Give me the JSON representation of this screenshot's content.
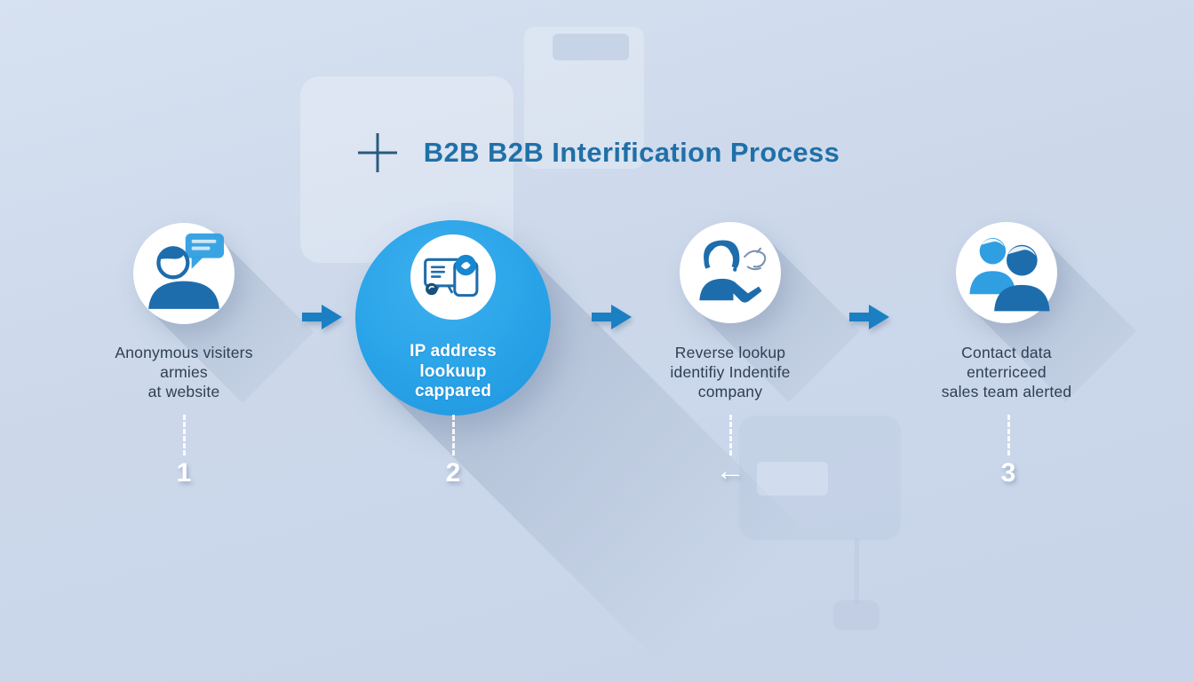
{
  "title": {
    "label": "B2B B2B Interification Process",
    "icon": "plus-icon"
  },
  "steps": [
    {
      "name": "anonymous-visitors",
      "icon": "person-speech-bubble-icon",
      "caption_lines": [
        "Anonymous visiters",
        "armies",
        "at website"
      ],
      "marker": "1",
      "highlighted": false
    },
    {
      "name": "ip-address-lookup",
      "icon": "browser-lookup-icon",
      "caption_lines": [
        "IP address",
        "lookuup",
        "cappared"
      ],
      "marker": "2",
      "highlighted": true
    },
    {
      "name": "reverse-lookup",
      "icon": "woman-presenting-icon",
      "caption_lines": [
        "Reverse lookup",
        "identifiy Indentife",
        "company"
      ],
      "marker": "←",
      "highlighted": false
    },
    {
      "name": "contact-data",
      "icon": "two-people-icon",
      "caption_lines": [
        "Contact data",
        "enterriceed",
        "sales team alerted"
      ],
      "marker": "3",
      "highlighted": false
    }
  ],
  "connectors": [
    {
      "type": "arrow-right"
    },
    {
      "type": "arrow-right"
    },
    {
      "type": "arrow-right"
    }
  ],
  "colors": {
    "background": "#ccd8ea",
    "title_text": "#2070a8",
    "caption_text": "#2e3e54",
    "step_highlight": "#29a3e8",
    "arrow": "#1b7fc3",
    "icon_dark": "#1d6dad",
    "icon_light": "#2f9fe2",
    "badge_bright": "#1787cf",
    "badge_dark": "#17507c",
    "marker": "#ffffff",
    "white": "#ffffff",
    "plus": "#2a5a80"
  }
}
